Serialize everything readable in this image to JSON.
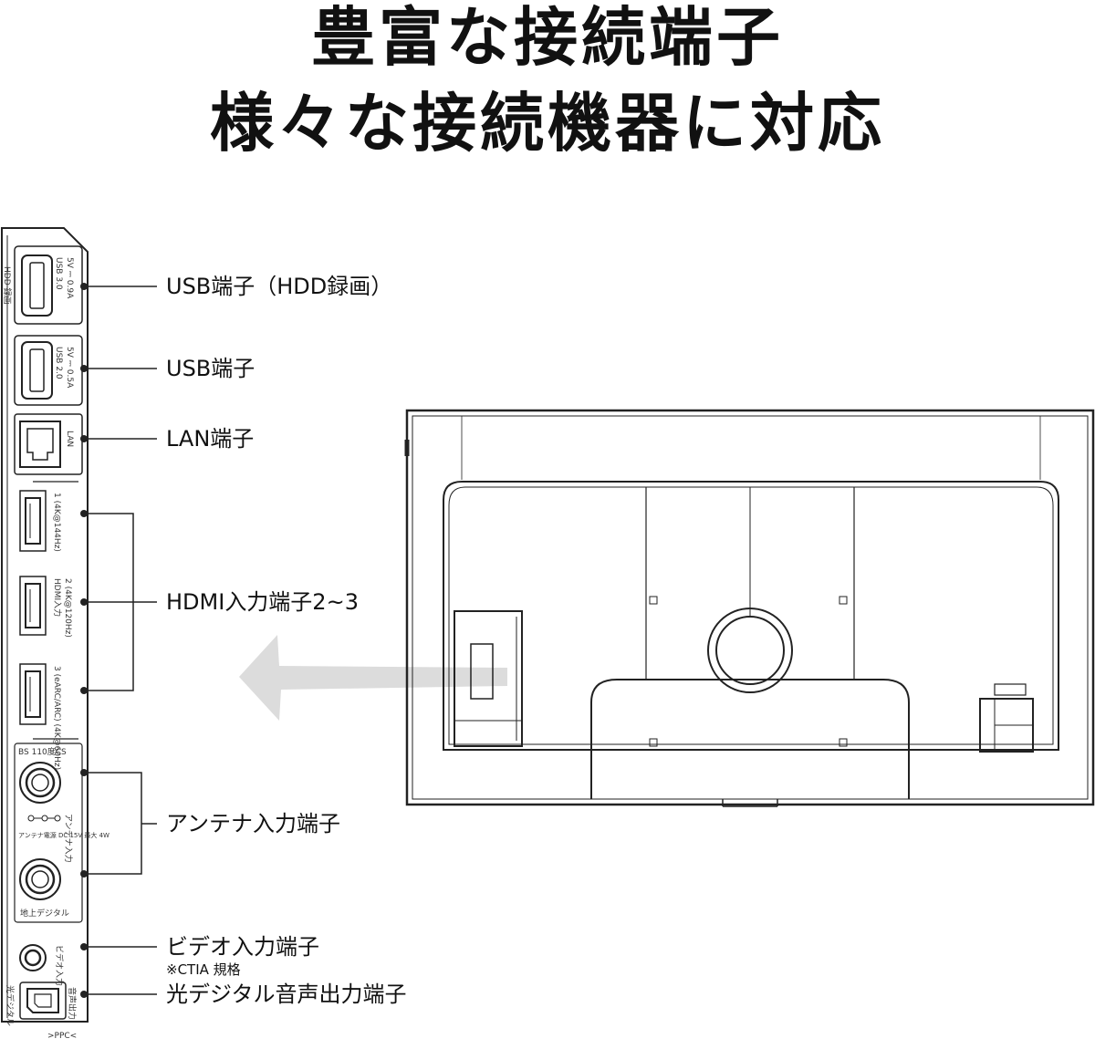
{
  "heading": {
    "line1": "豊富な接続端子",
    "line2": "様々な接続機器に対応"
  },
  "callouts": {
    "usb_hdd": "USB端子（HDD録画）",
    "usb": "USB端子",
    "lan": "LAN端子",
    "hdmi": "HDMI入力端子2~3",
    "antenna": "アンテナ入力端子",
    "video": "ビデオ入力端子",
    "video_note": "※CTIA 規格",
    "optical": "光デジタル音声出力端子"
  },
  "panel_labels": {
    "hdd_rec": "HDD 録画",
    "usb30": "USB 3.0",
    "usb30_power": "5V ⎓ 0.9A",
    "usb20": "USB 2.0",
    "usb20_power": "5V ⎓ 0.5A",
    "lan": "LAN",
    "hdmi1": "1 (4K@144Hz)",
    "hdmi_in": "HDMI入力",
    "hdmi2": "2 (4K@120Hz)",
    "hdmi3": "3 (eARC/ARC) (4K@60Hz)",
    "bs_cs": "BS 110度CS",
    "antenna_in": "アンテナ入力",
    "antenna_power": "アンテナ電源 DC 15V 最大 4W",
    "terrestrial": "地上デジタル",
    "video_in": "ビデオ入力",
    "optical_out": "音声出力",
    "optical_label": "光デジタル",
    "pc_mark": ">PPC<"
  },
  "colors": {
    "text": "#111111",
    "line": "#222222",
    "arrow": "#dcdcdc"
  }
}
